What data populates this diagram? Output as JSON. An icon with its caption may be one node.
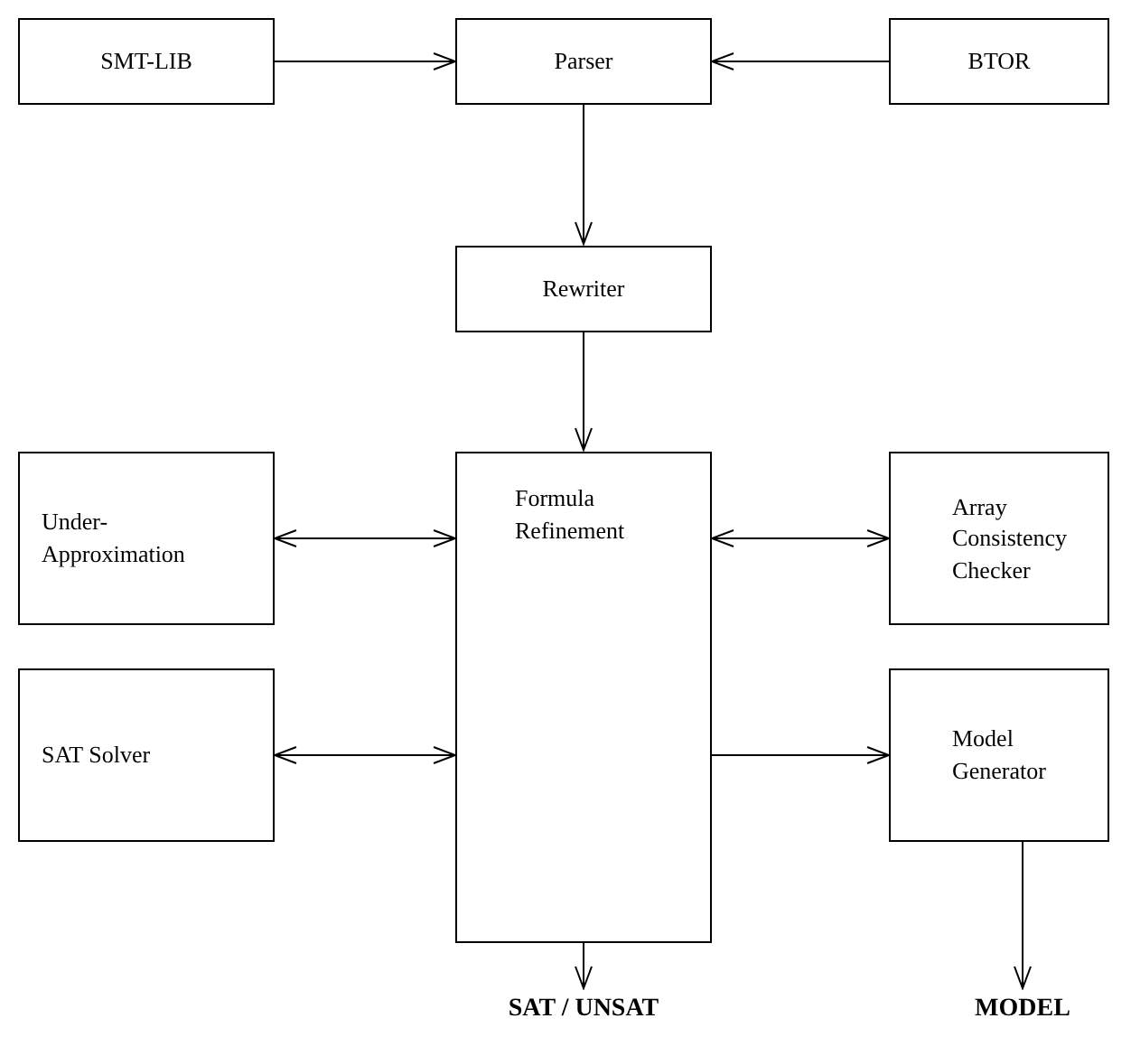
{
  "diagram": {
    "nodes": [
      {
        "text": [
          "SMT-LIB"
        ]
      },
      {
        "text": [
          "Parser"
        ]
      },
      {
        "text": [
          "BTOR"
        ]
      },
      {
        "text": [
          "Rewriter"
        ]
      },
      {
        "text": [
          "Under-Approximation"
        ]
      },
      {
        "text": [
          "Formula Refinement"
        ]
      },
      {
        "text": [
          "Array Consistency Checker"
        ]
      },
      {
        "text": [
          "SAT Solver"
        ]
      },
      {
        "text": [
          "Model Generator"
        ]
      },
      {
        "text": [
          "SAT / UNSAT"
        ]
      },
      {
        "text": [
          "MODEL"
        ]
      }
    ],
    "edges": [
      {
        "from": 0,
        "to": 1,
        "arrow": "to"
      },
      {
        "from": 2,
        "to": 1,
        "arrow": "to"
      },
      {
        "from": 1,
        "to": 3,
        "arrow": "to"
      },
      {
        "from": 3,
        "to": 5,
        "arrow": "to"
      },
      {
        "from": 4,
        "to": 5,
        "arrow": "both"
      },
      {
        "from": 5,
        "to": 6,
        "arrow": "both"
      },
      {
        "from": 7,
        "to": 5,
        "arrow": "both"
      },
      {
        "from": 5,
        "to": 8,
        "arrow": "to"
      },
      {
        "from": 5,
        "to": 9,
        "arrow": "to"
      },
      {
        "from": 8,
        "to": 10,
        "arrow": "to"
      }
    ]
  }
}
